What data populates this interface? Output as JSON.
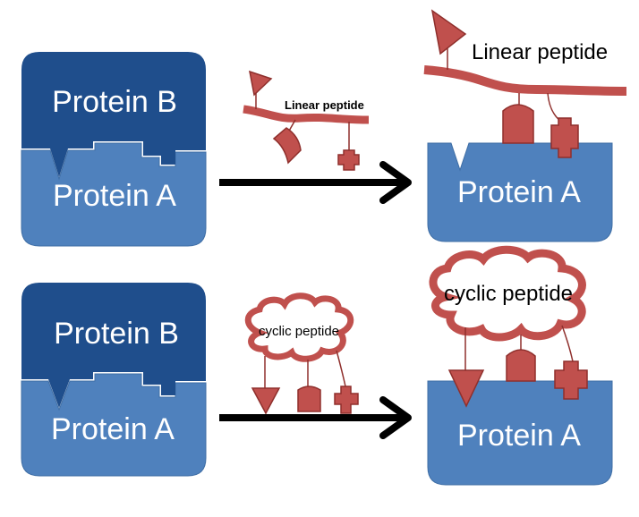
{
  "labels": {
    "protein_a": "Protein A",
    "protein_b": "Protein B",
    "linear_peptide": "Linear peptide",
    "cyclic_peptide": "cyclic peptide"
  },
  "colors": {
    "protein_a": "#4f81bd",
    "protein_a_edge": "#3f6ea5",
    "protein_b": "#1f4e8c",
    "peptide_fill": "#c0504d",
    "peptide_edge": "#8f2f2c",
    "arrow": "#000000"
  }
}
